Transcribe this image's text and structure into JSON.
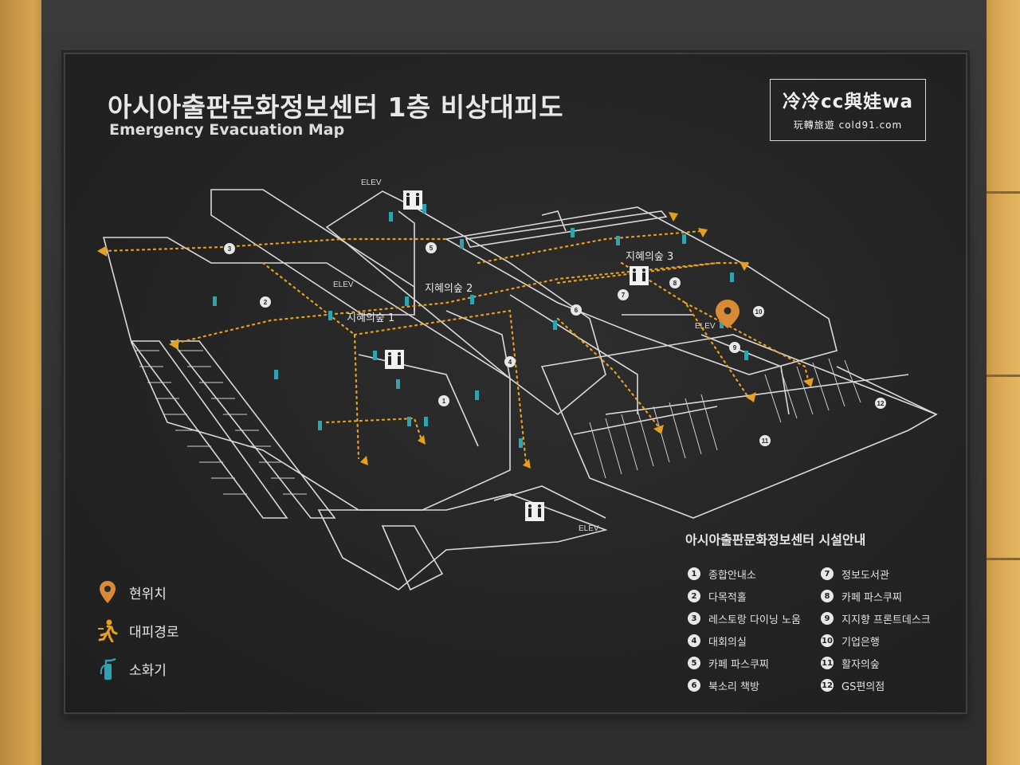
{
  "sign": {
    "title_ko": "아시아출판문화정보센터 1층 비상대피도",
    "title_en": "Emergency Evacuation Map"
  },
  "watermark": {
    "main": "冷冷cc與娃wa",
    "sub": "玩轉旅遊 cold91.com"
  },
  "map": {
    "elev_label": "ELEV",
    "zones": [
      "지혜의숲 1",
      "지혜의숲 2",
      "지혜의숲 3"
    ],
    "markers": [
      "1",
      "2",
      "3",
      "4",
      "5",
      "6",
      "7",
      "8",
      "9",
      "10",
      "11",
      "12"
    ],
    "colors": {
      "route": "#e6a020",
      "extinguisher": "#2fa4b0",
      "lines": "#d9d9d9",
      "location": "#d98a34"
    }
  },
  "legend": [
    {
      "icon": "location-pin-icon",
      "label": "현위치"
    },
    {
      "icon": "evacuation-route-icon",
      "label": "대피경로"
    },
    {
      "icon": "fire-extinguisher-icon",
      "label": "소화기"
    }
  ],
  "facilities": {
    "title": "아시아출판문화정보센터 시설안내",
    "items": [
      {
        "num": "1",
        "name": "종합안내소"
      },
      {
        "num": "2",
        "name": "다목적홀"
      },
      {
        "num": "3",
        "name": "레스토랑 다이닝 노움"
      },
      {
        "num": "4",
        "name": "대회의실"
      },
      {
        "num": "5",
        "name": "카페 파스쿠찌"
      },
      {
        "num": "6",
        "name": "북소리 책방"
      },
      {
        "num": "7",
        "name": "정보도서관"
      },
      {
        "num": "8",
        "name": "카페 파스쿠찌"
      },
      {
        "num": "9",
        "name": "지지향 프론트데스크"
      },
      {
        "num": "10",
        "name": "기업은행"
      },
      {
        "num": "11",
        "name": "활자의숲"
      },
      {
        "num": "12",
        "name": "GS편의점"
      }
    ]
  }
}
